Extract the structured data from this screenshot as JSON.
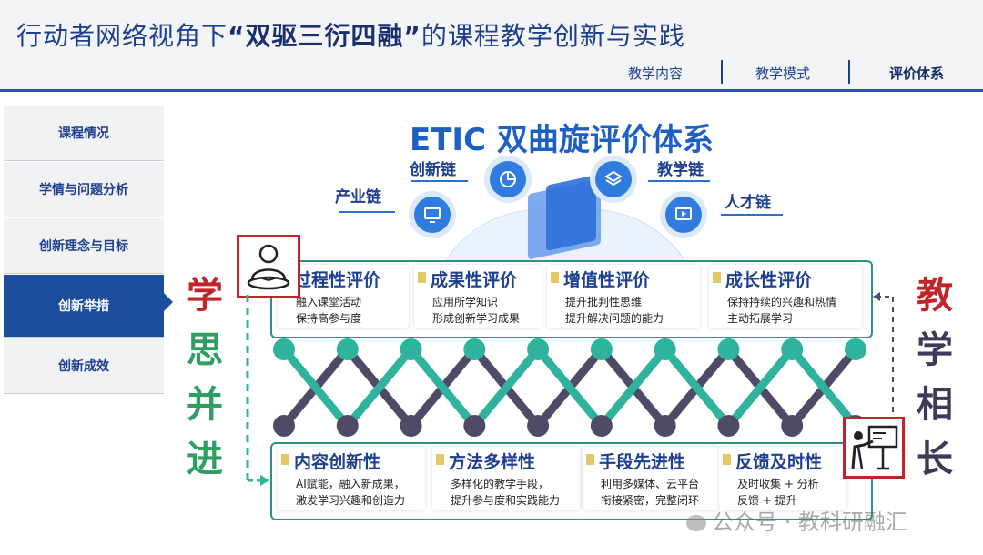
{
  "header": {
    "title_pre": "行动者网络视角下",
    "title_highlight": "“双驱三衍四融”",
    "title_post": "的课程教学创新与实践",
    "nav": [
      {
        "label": "教学内容",
        "active": false
      },
      {
        "label": "教学模式",
        "active": false
      },
      {
        "label": "评价体系",
        "active": true
      }
    ]
  },
  "sidebar": {
    "items": [
      {
        "label": "课程情况",
        "active": false
      },
      {
        "label": "学情与问题分析",
        "active": false
      },
      {
        "label": "创新理念与目标",
        "active": false
      },
      {
        "label": "创新举措",
        "active": true
      },
      {
        "label": "创新成效",
        "active": false
      }
    ]
  },
  "main": {
    "title": "ETIC 双曲旋评价体系",
    "chains": [
      "创新链",
      "产业链",
      "教学链",
      "人才链"
    ],
    "top_cards": [
      {
        "title": "过程性评价",
        "lines": [
          "融入课堂活动",
          "保持高参与度"
        ]
      },
      {
        "title": "成果性评价",
        "lines": [
          "应用所学知识",
          "形成创新学习成果"
        ]
      },
      {
        "title": "增值性评价",
        "lines": [
          "提升批判性思维",
          "提升解决问题的能力"
        ]
      },
      {
        "title": "成长性评价",
        "lines": [
          "保持持续的兴趣和热情",
          "主动拓展学习"
        ]
      }
    ],
    "bottom_cards": [
      {
        "title": "内容创新性",
        "lines": [
          "AI赋能，融入新成果，",
          "激发学习兴趣和创造力"
        ]
      },
      {
        "title": "方法多样性",
        "lines": [
          "多样化的教学手段，",
          "提升参与度和实践能力"
        ]
      },
      {
        "title": "手段先进性",
        "lines": [
          "利用多媒体、云平台",
          "衔接紧密，完整闭环"
        ]
      },
      {
        "title": "反馈及时性",
        "lines": [
          "及时收集 + 分析",
          "反馈 + 提升"
        ]
      }
    ],
    "left_vertical": [
      "学",
      "思",
      "并",
      "进"
    ],
    "right_vertical": [
      "教",
      "学",
      "相",
      "长"
    ]
  },
  "watermark": "公众号 · 教科研融汇",
  "colors": {
    "primary_blue": "#1d3f8f",
    "accent_blue": "#1d5fc4",
    "sidebar_active": "#1c4d9c",
    "teal": "#2fb39d",
    "dark_node": "#4f4a66",
    "red_calligraphy": "#c0252a",
    "green_calligraphy": "#2f9e63",
    "dark_calligraphy": "#3c3a57"
  },
  "icons": [
    "student-reading-icon",
    "teacher-presentation-icon",
    "chart-pie-icon",
    "layers-icon",
    "monitor-icon",
    "play-screen-icon",
    "wechat-icon"
  ]
}
